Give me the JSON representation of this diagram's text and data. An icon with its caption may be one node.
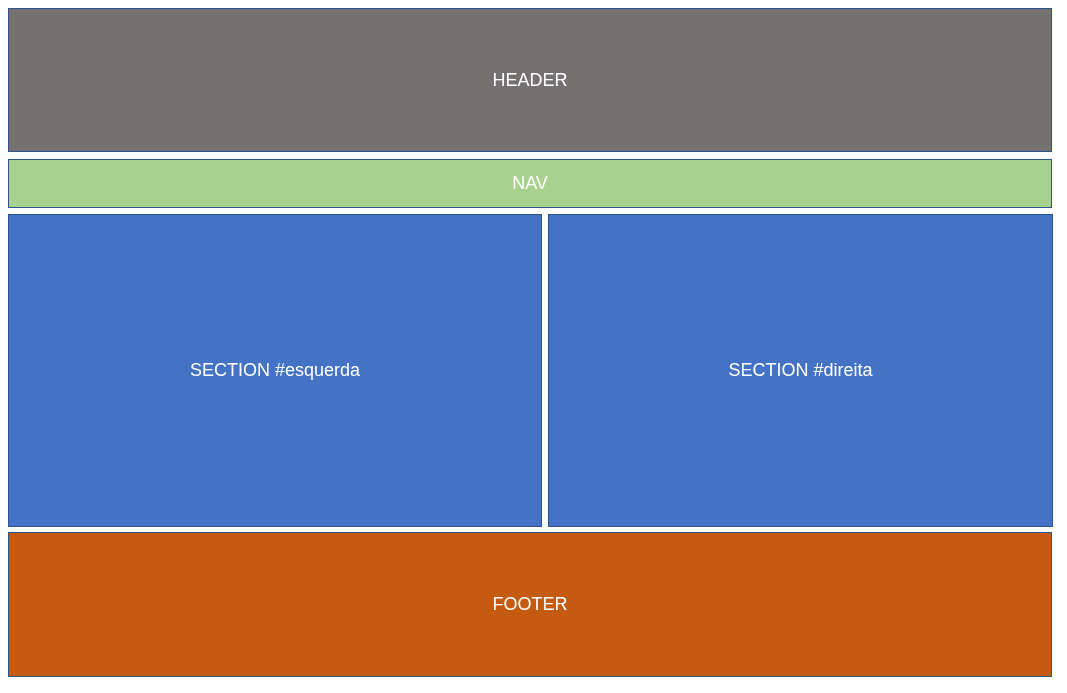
{
  "diagram": {
    "nodes": [
      {
        "text": [
          "HEADER"
        ]
      },
      {
        "text": [
          "NAV"
        ]
      },
      {
        "text": [
          "SECTION #esquerda"
        ]
      },
      {
        "text": [
          "SECTION #direita"
        ]
      },
      {
        "text": [
          "FOOTER"
        ]
      }
    ]
  }
}
